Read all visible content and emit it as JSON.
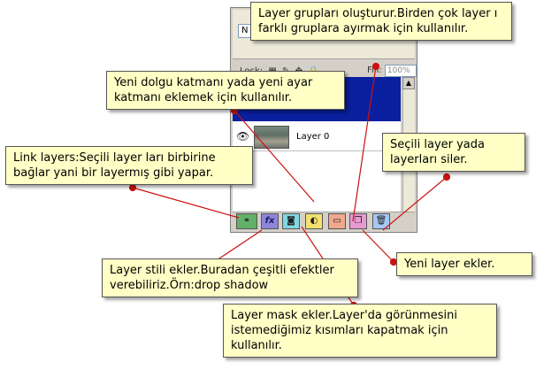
{
  "panel": {
    "blend_mode": "N",
    "lock_label": "Lock:",
    "fill_label": "Fill:",
    "fill_value": "100%",
    "layers": [
      {
        "name": "",
        "selected": true
      },
      {
        "name": "Layer 0",
        "selected": false
      }
    ]
  },
  "buttons": {
    "link": "link-layers",
    "fx": "fx",
    "mask": "layer-mask",
    "adjust": "adjustment-layer",
    "group": "group",
    "new": "new-layer",
    "delete": "delete"
  },
  "callouts": {
    "group": "Layer grupları oluşturur.Birden çok layer ı farklı gruplara ayırmak için kullanılır.",
    "adjust": "Yeni dolgu katmanı yada yeni ayar katmanı eklemek için kullanılır.",
    "link": "Link layers:Seçili layer ları birbirine bağlar yani bir layermış gibi yapar.",
    "delete": "Seçili layer yada layerları siler.",
    "new": "Yeni layer ekler.",
    "style": "Layer stili ekler.Buradan çeşitli efektler verebiliriz.Örn:drop shadow",
    "mask": "Layer mask ekler.Layer'da görünmesini istemediğimiz kısımları kapatmak için kullanılır."
  },
  "colors": {
    "callout_bg": "#ffffc6",
    "leader": "#cc1111",
    "selected_layer": "#0a1f9e"
  }
}
